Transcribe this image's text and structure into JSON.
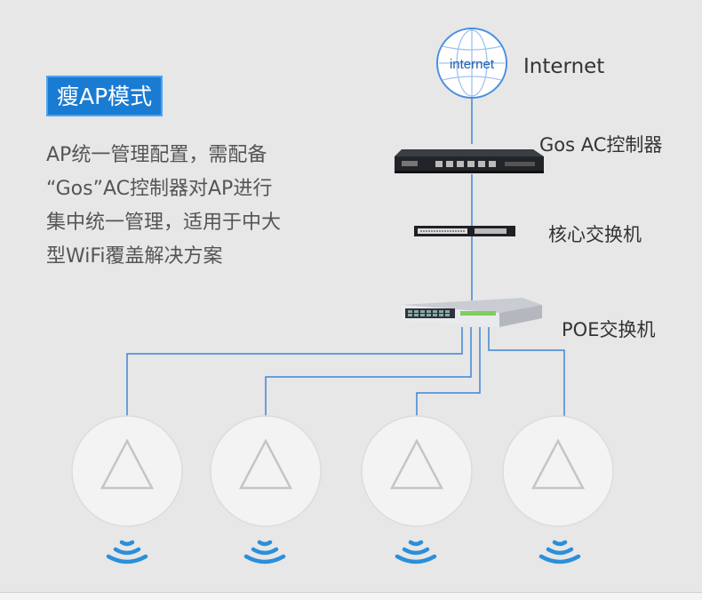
{
  "title_badge": "瘦AP模式",
  "description_lines": [
    "AP统一管理配置，需配备",
    "“Gos”AC控制器对AP进行",
    "集中统一管理，适用于中大",
    "型WiFi覆盖解决方案"
  ],
  "nodes": {
    "internet_globe": "internet",
    "internet": "Internet",
    "ac_controller": "Gos AC控制器",
    "core_switch": "核心交换机",
    "poe_switch": "POE交换机"
  },
  "colors": {
    "badge": "#1a7bd3",
    "link": "#3f86d6",
    "wifi": "#2b8fd9"
  }
}
